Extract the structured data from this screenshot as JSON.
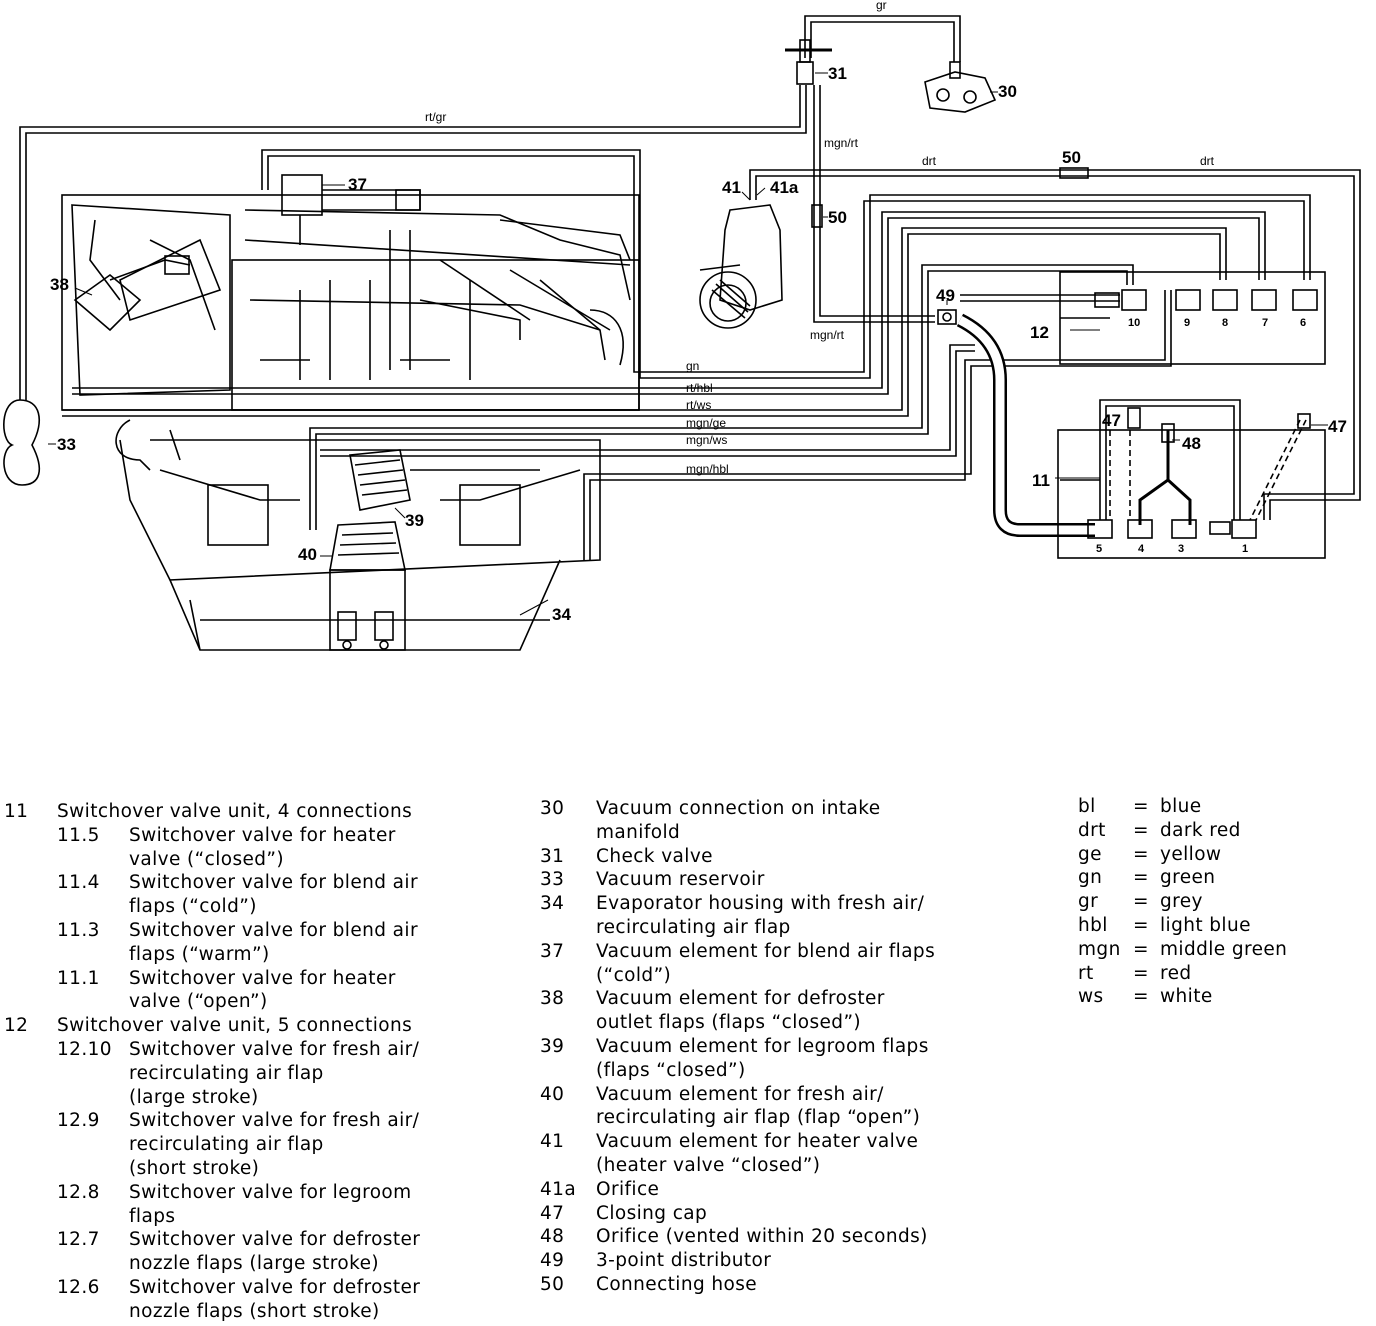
{
  "diagram": {
    "callouts": [
      "30",
      "31",
      "33",
      "34",
      "37",
      "38",
      "39",
      "40",
      "41",
      "41a",
      "47",
      "48",
      "49",
      "50",
      "50",
      "11",
      "12"
    ],
    "wire_labels": [
      "gr",
      "rt/gr",
      "mgn/rt",
      "drt",
      "drt",
      "mgn/rt",
      "gn",
      "rt/hbl",
      "rt/ws",
      "mgn/ge",
      "mgn/ws",
      "mgn/hbl"
    ],
    "unit12_ports": [
      "10",
      "9",
      "8",
      "7",
      "6"
    ],
    "unit11_ports": [
      "5",
      "4",
      "3",
      "1"
    ]
  },
  "legend_left": [
    {
      "num": "11",
      "text": "Switchover valve unit, 4 connections",
      "indent": 0
    },
    {
      "num": "11.5",
      "text": "Switchover valve for heater",
      "indent": 1
    },
    {
      "num": "",
      "text": "valve (“closed”)",
      "indent": 1
    },
    {
      "num": "11.4",
      "text": "Switchover valve for blend air",
      "indent": 1
    },
    {
      "num": "",
      "text": "flaps (“cold”)",
      "indent": 1
    },
    {
      "num": "11.3",
      "text": "Switchover valve for blend air",
      "indent": 1
    },
    {
      "num": "",
      "text": "flaps (“warm”)",
      "indent": 1
    },
    {
      "num": "11.1",
      "text": "Switchover valve for heater",
      "indent": 1
    },
    {
      "num": "",
      "text": "valve (“open”)",
      "indent": 1
    },
    {
      "num": "12",
      "text": "Switchover valve unit, 5 connections",
      "indent": 0
    },
    {
      "num": "12.10",
      "text": "Switchover valve for fresh air/",
      "indent": 1
    },
    {
      "num": "",
      "text": "recirculating air flap",
      "indent": 1
    },
    {
      "num": "",
      "text": "(large stroke)",
      "indent": 1
    },
    {
      "num": "12.9",
      "text": "Switchover valve for fresh air/",
      "indent": 1
    },
    {
      "num": "",
      "text": "recirculating air flap",
      "indent": 1
    },
    {
      "num": "",
      "text": "(short stroke)",
      "indent": 1
    },
    {
      "num": "12.8",
      "text": "Switchover valve for legroom",
      "indent": 1
    },
    {
      "num": "",
      "text": "flaps",
      "indent": 1
    },
    {
      "num": "12.7",
      "text": "Switchover valve for defroster",
      "indent": 1
    },
    {
      "num": "",
      "text": "nozzle flaps (large stroke)",
      "indent": 1
    },
    {
      "num": "12.6",
      "text": "Switchover valve for defroster",
      "indent": 1
    },
    {
      "num": "",
      "text": "nozzle flaps (short stroke)",
      "indent": 1
    }
  ],
  "legend_mid": [
    {
      "num": "30",
      "text": "Vacuum connection on intake"
    },
    {
      "num": "",
      "text": "manifold"
    },
    {
      "num": "31",
      "text": "Check valve"
    },
    {
      "num": "33",
      "text": "Vacuum reservoir"
    },
    {
      "num": "34",
      "text": "Evaporator housing with fresh air/"
    },
    {
      "num": "",
      "text": "recirculating air flap"
    },
    {
      "num": "37",
      "text": "Vacuum element for blend air flaps"
    },
    {
      "num": "",
      "text": "(“cold”)"
    },
    {
      "num": "38",
      "text": "Vacuum element for defroster"
    },
    {
      "num": "",
      "text": "outlet flaps (flaps “closed”)"
    },
    {
      "num": "39",
      "text": "Vacuum element for legroom flaps"
    },
    {
      "num": "",
      "text": "(flaps “closed”)"
    },
    {
      "num": "40",
      "text": "Vacuum element for fresh air/"
    },
    {
      "num": "",
      "text": "recirculating air flap (flap “open”)"
    },
    {
      "num": "41",
      "text": "Vacuum element for heater valve"
    },
    {
      "num": "",
      "text": "(heater valve “closed”)"
    },
    {
      "num": "41a",
      "text": "Orifice"
    },
    {
      "num": "47",
      "text": "Closing cap"
    },
    {
      "num": "48",
      "text": "Orifice (vented within 20 seconds)"
    },
    {
      "num": "49",
      "text": "3-point distributor"
    },
    {
      "num": "50",
      "text": "Connecting hose"
    }
  ],
  "color_legend": [
    {
      "abbr": "bl",
      "eq": "=",
      "meaning": "blue"
    },
    {
      "abbr": "drt",
      "eq": "=",
      "meaning": "dark red"
    },
    {
      "abbr": "ge",
      "eq": "=",
      "meaning": "yellow"
    },
    {
      "abbr": "gn",
      "eq": "=",
      "meaning": "green"
    },
    {
      "abbr": "gr",
      "eq": "=",
      "meaning": "grey"
    },
    {
      "abbr": "hbl",
      "eq": "=",
      "meaning": "light blue"
    },
    {
      "abbr": "mgn",
      "eq": "=",
      "meaning": "middle green"
    },
    {
      "abbr": "rt",
      "eq": "=",
      "meaning": "red"
    },
    {
      "abbr": "ws",
      "eq": "=",
      "meaning": "white"
    }
  ]
}
